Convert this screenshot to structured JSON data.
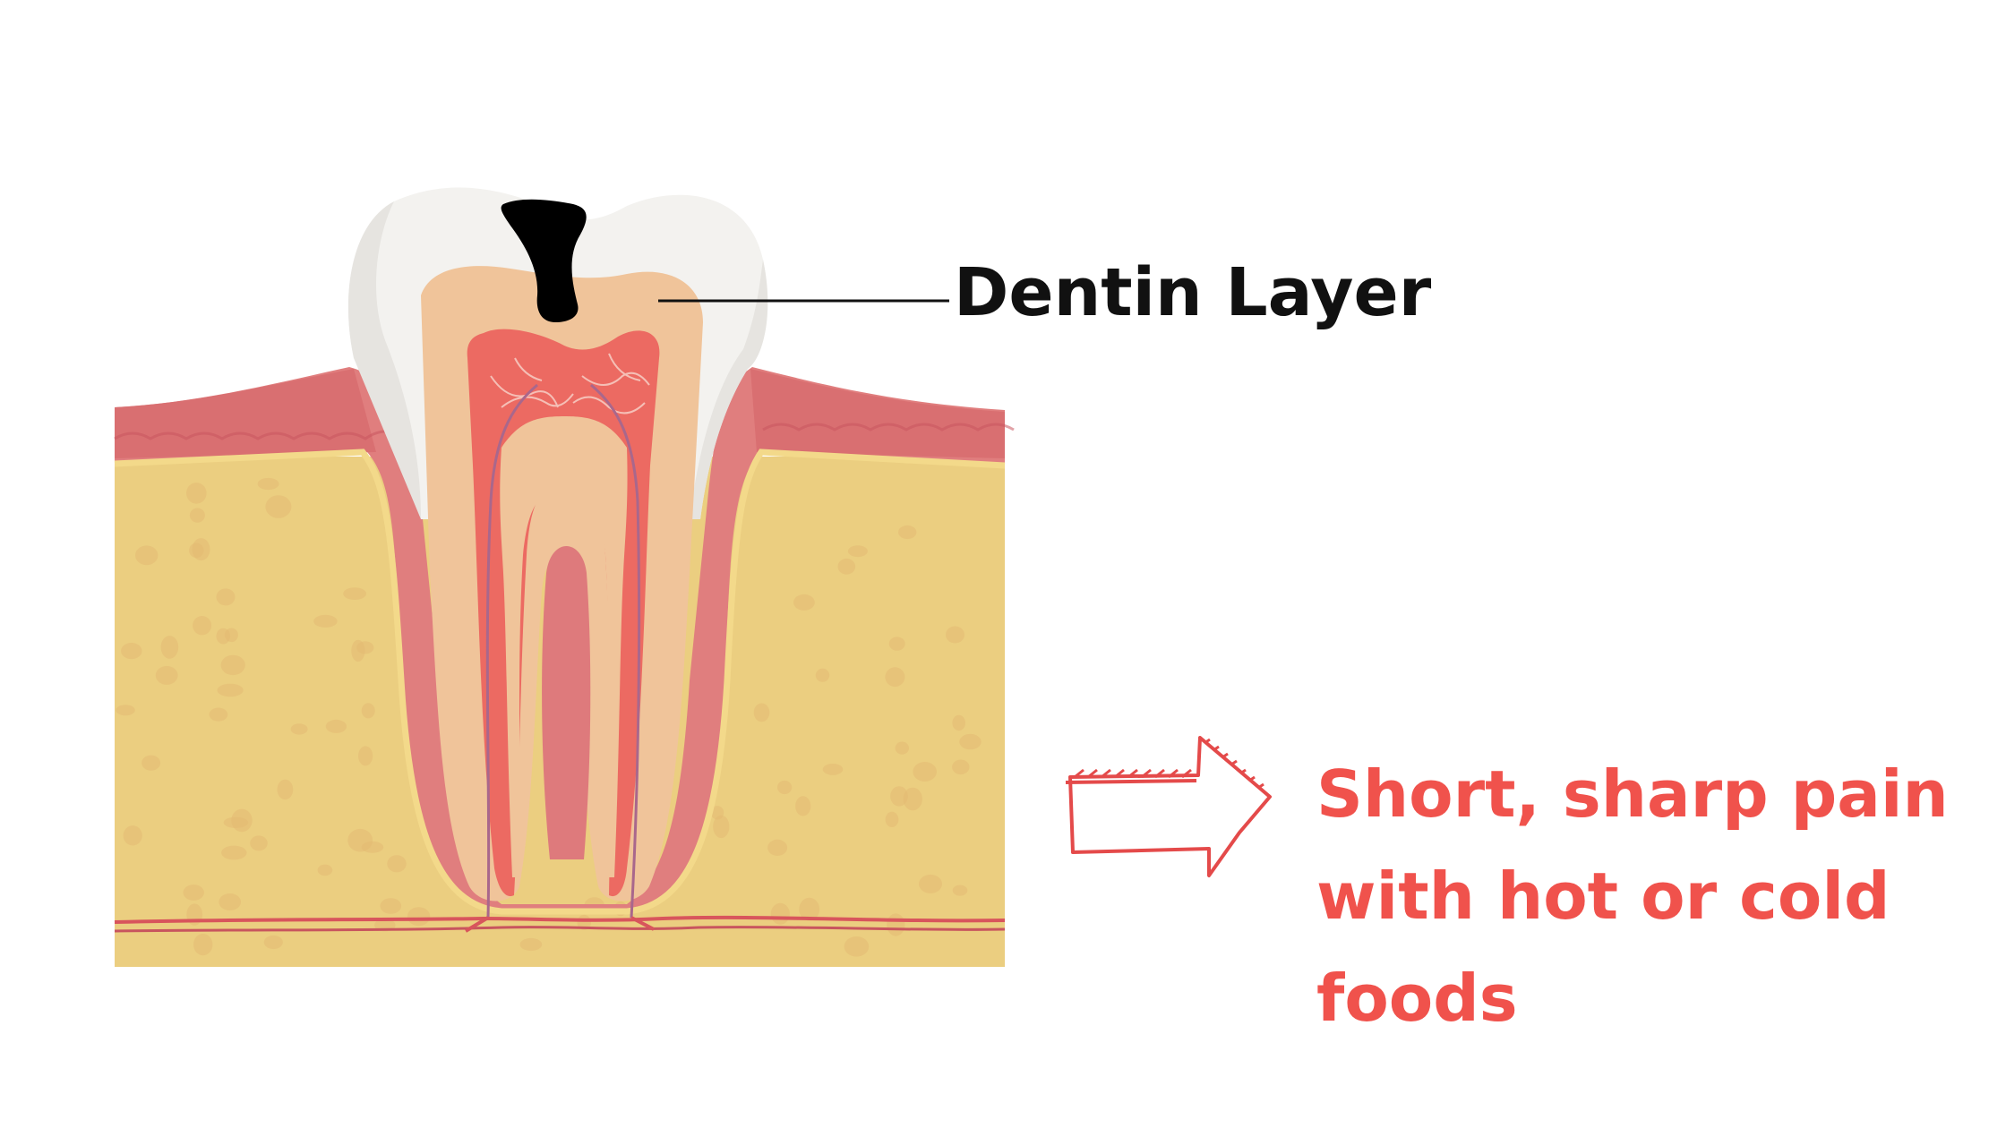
{
  "diagram": {
    "labels": {
      "dentin_layer": "Dentin Layer"
    },
    "symptom": {
      "lines": [
        "Short, sharp pain",
        "with hot or cold",
        "foods"
      ]
    },
    "colors": {
      "bone": "#ebce80",
      "bone_spots": "#e3ba72",
      "gum": "#e07e7e",
      "gum_dark": "#d4636a",
      "enamel": "#f3f2ef",
      "dentin": "#f0c49a",
      "pulp": "#ec6a62",
      "cavity": "#000000",
      "symptom_text": "#f0524c",
      "arrow": "#e44a4a"
    },
    "icons": [
      "hand-drawn-arrow-icon"
    ]
  }
}
